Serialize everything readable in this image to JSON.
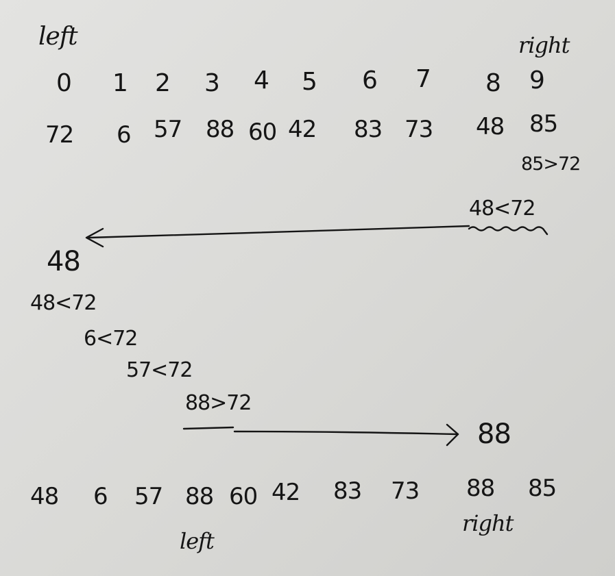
{
  "labels": {
    "top_left": "left",
    "top_right": "right",
    "bottom_left": "left",
    "bottom_right": "right"
  },
  "indices": [
    "0",
    "1",
    "2",
    "3",
    "4",
    "5",
    "6",
    "7",
    "8",
    "9"
  ],
  "initial_values": [
    "72",
    "6",
    "57",
    "88",
    "60",
    "42",
    "83",
    "73",
    "48",
    "85"
  ],
  "comparisons": {
    "c1": "85>72",
    "c2": "48<72",
    "c3": "48<72",
    "c4": "6<72",
    "c5": "57<72",
    "c6": "88>72"
  },
  "moved_values": {
    "to_left": "48",
    "to_right": "88"
  },
  "result_values": [
    "48",
    "6",
    "57",
    "88",
    "60",
    "42",
    "83",
    "73",
    "88",
    "85"
  ]
}
